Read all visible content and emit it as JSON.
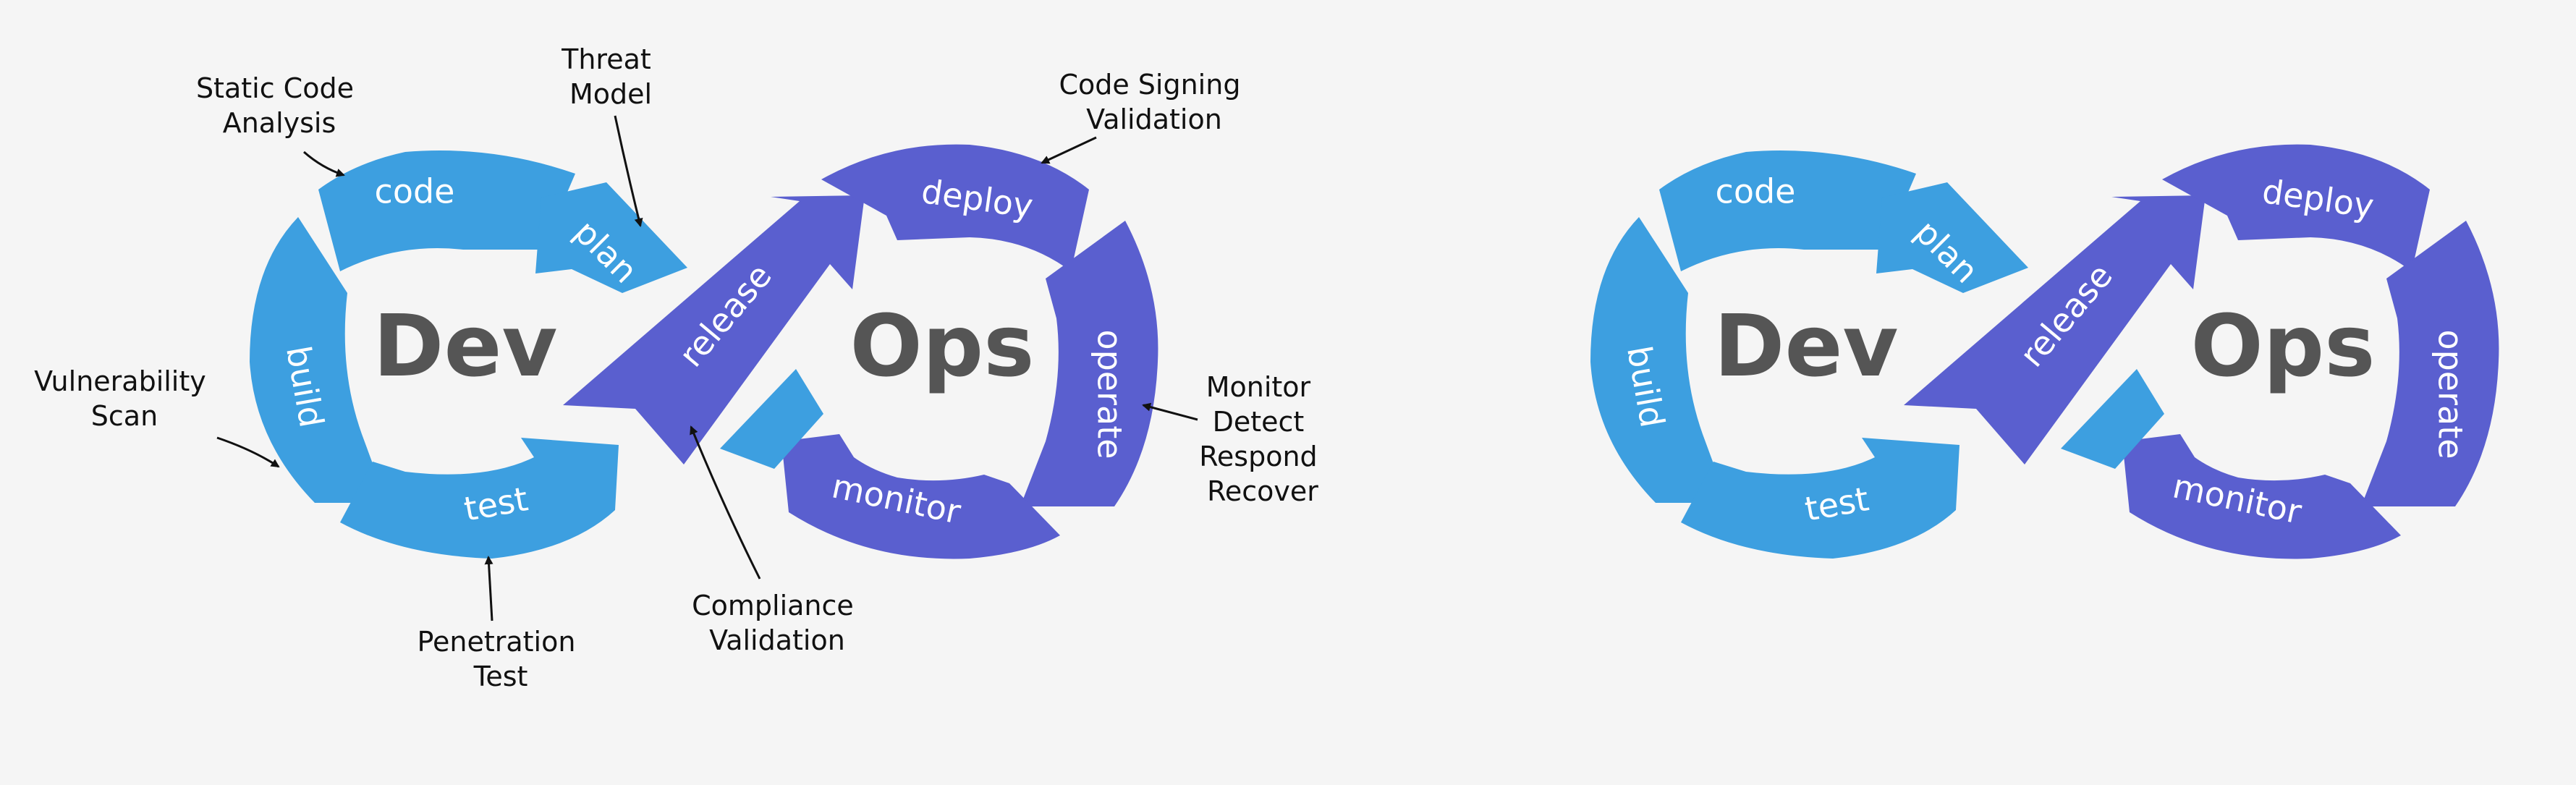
{
  "colors": {
    "background": "#f5f5f5",
    "dev_blue": "#3d9fe0",
    "ops_purple": "#5a5fcf",
    "hub_text": "#555555",
    "annotation_text": "#111111"
  },
  "hubs": {
    "dev": "Dev",
    "ops": "Ops"
  },
  "stages": {
    "code": "code",
    "plan": "plan",
    "build": "build",
    "test": "test",
    "release": "release",
    "deploy": "deploy",
    "operate": "operate",
    "monitor": "monitor"
  },
  "annotations": {
    "static_code": [
      "Static Code",
      "Analysis"
    ],
    "threat_model": [
      "Threat",
      "Model"
    ],
    "code_signing": [
      "Code Signing",
      "Validation"
    ],
    "vulnerability": [
      "Vulnerability",
      "Scan"
    ],
    "monitor_detect": [
      "Monitor",
      "Detect",
      "Respond",
      "Recover"
    ],
    "penetration": [
      "Penetration",
      "Test"
    ],
    "compliance": [
      "Compliance",
      "Validation"
    ]
  }
}
